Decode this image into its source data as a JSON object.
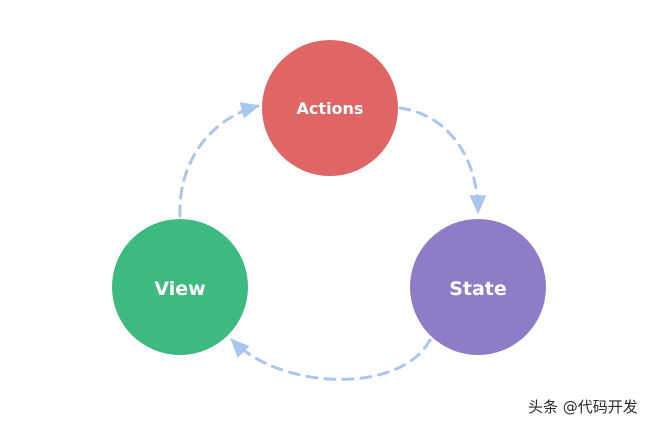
{
  "diagram": {
    "nodes": [
      {
        "id": "actions",
        "label": "Actions",
        "color": "#e06565"
      },
      {
        "id": "state",
        "label": "State",
        "color": "#8e7cc8"
      },
      {
        "id": "view",
        "label": "View",
        "color": "#3dba80"
      }
    ],
    "edges": [
      {
        "from": "actions",
        "to": "state"
      },
      {
        "from": "state",
        "to": "view"
      },
      {
        "from": "view",
        "to": "actions"
      }
    ],
    "edge_color": "#a9c6f0"
  },
  "watermark": {
    "text": "头条 @代码开发"
  }
}
